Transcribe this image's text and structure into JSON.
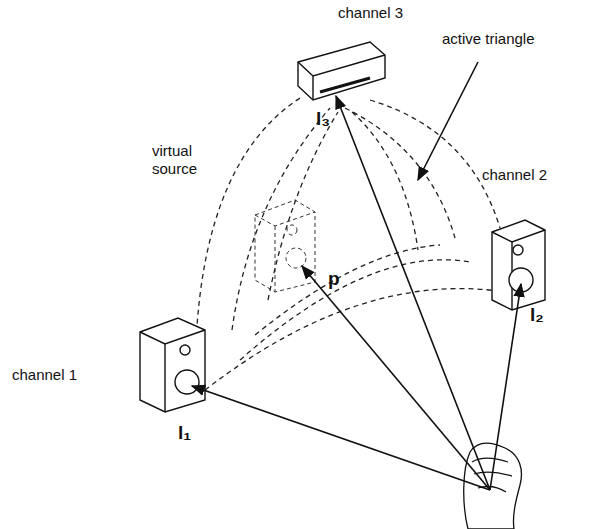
{
  "diagram": {
    "labels": [
      "channel 3",
      "active triangle",
      "virtual source",
      "channel 2",
      "channel 1",
      "p",
      "l₃",
      "l₂",
      "l₁"
    ]
  }
}
